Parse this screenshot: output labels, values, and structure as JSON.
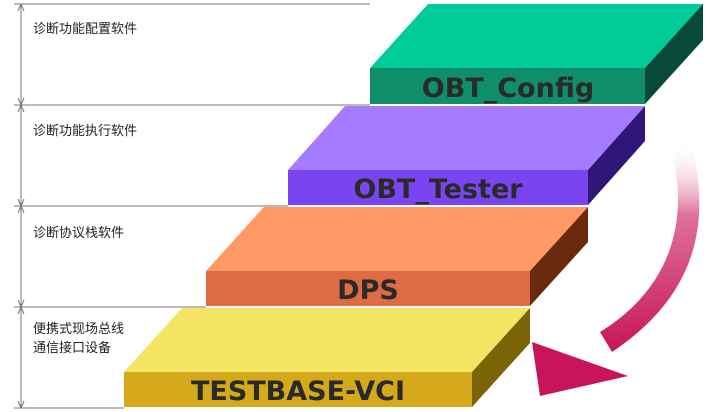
{
  "tiers": [
    {
      "lines": [
        "诊断功能配置软件"
      ]
    },
    {
      "lines": [
        "诊断功能执行软件"
      ]
    },
    {
      "lines": [
        "诊断协议栈软件"
      ]
    },
    {
      "lines": [
        "便携式现场总线",
        "通信接口设备"
      ]
    }
  ],
  "blocks": [
    {
      "label": "OBT_Config",
      "colors": {
        "top": "#00cc99",
        "front": "#0e8f6a",
        "side": "#064a37"
      }
    },
    {
      "label": "OBT_Tester",
      "colors": {
        "top": "#a57bff",
        "front": "#7a45f0",
        "side": "#2f1678"
      }
    },
    {
      "label": "DPS",
      "colors": {
        "top": "#ff9966",
        "front": "#df6b44",
        "side": "#6a2a0e"
      }
    },
    {
      "label": "TESTBASE-VCI",
      "colors": {
        "top": "#f4e464",
        "front": "#d4aa1c",
        "side": "#7a6406"
      }
    }
  ],
  "arrow": {
    "color": "#c8145a"
  }
}
